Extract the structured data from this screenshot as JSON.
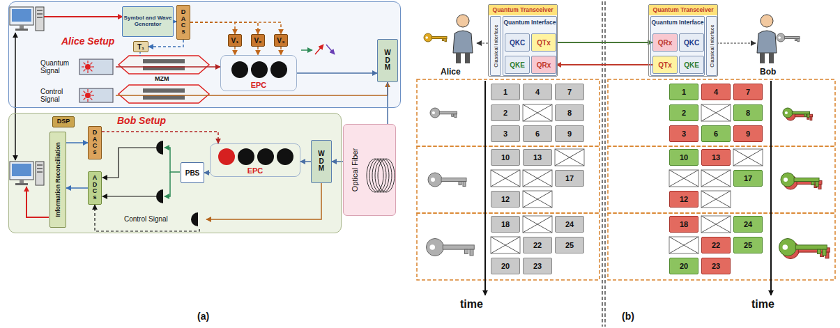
{
  "diagram": {
    "nodes": [
      {
        "text": [
          "Alice Setup"
        ]
      },
      {
        "text": [
          "Symbol and Wave Generator"
        ],
        "in": 0
      },
      {
        "text": [
          "DACs"
        ],
        "in": 0
      },
      {
        "text": [
          "T₁"
        ],
        "in": 0
      },
      {
        "text": [
          "V₁"
        ],
        "in": 0
      },
      {
        "text": [
          "V₂"
        ],
        "in": 0
      },
      {
        "text": [
          "V₃"
        ],
        "in": 0
      },
      {
        "text": [
          "EPC"
        ],
        "in": 0
      },
      {
        "text": [
          "Quantum Signal"
        ],
        "in": 0
      },
      {
        "text": [
          "Control Signal"
        ],
        "in": 0
      },
      {
        "text": [
          "WDM"
        ],
        "in": 0
      },
      {
        "text": [
          "Bob Setup"
        ]
      },
      {
        "text": [
          "DSP"
        ],
        "in": 11
      },
      {
        "text": [
          "Information Reconciliation"
        ],
        "in": 11
      },
      {
        "text": [
          "DACs"
        ],
        "in": 11
      },
      {
        "text": [
          "ADCs"
        ],
        "in": 11
      },
      {
        "text": [
          "PBS"
        ],
        "in": 11
      },
      {
        "text": [
          "EPC"
        ],
        "in": 11
      },
      {
        "text": [
          "WDM"
        ],
        "in": 11
      },
      {
        "text": [
          "Control Signal"
        ],
        "in": 11
      },
      {
        "text": [
          "Optical Fiber"
        ]
      },
      {
        "text": [
          "Quantum Transceiver"
        ]
      },
      {
        "text": [
          "Classical Interface"
        ],
        "in": 21
      },
      {
        "text": [
          "Quantum Interface"
        ],
        "in": 21
      },
      {
        "text": [
          "QKC"
        ],
        "in": 23
      },
      {
        "text": [
          "QTx"
        ],
        "in": 23
      },
      {
        "text": [
          "QKE"
        ],
        "in": 23
      },
      {
        "text": [
          "QRx"
        ],
        "in": 23
      },
      {
        "text": [
          "Quantum Transceiver"
        ]
      },
      {
        "text": [
          "Quantum Interface"
        ],
        "in": 28
      },
      {
        "text": [
          "QRx"
        ],
        "in": 29
      },
      {
        "text": [
          "QKC"
        ],
        "in": 29
      },
      {
        "text": [
          "QTx"
        ],
        "in": 29
      },
      {
        "text": [
          "QKE"
        ],
        "in": 29
      },
      {
        "text": [
          "Classical Interface"
        ],
        "in": 28
      },
      {
        "text": [
          "1"
        ]
      },
      {
        "text": [
          "4"
        ]
      },
      {
        "text": [
          "7"
        ]
      },
      {
        "text": [
          "2"
        ]
      },
      {
        "text": [
          "8"
        ]
      },
      {
        "text": [
          "3"
        ]
      },
      {
        "text": [
          "6"
        ]
      },
      {
        "text": [
          "9"
        ]
      },
      {
        "text": [
          "10"
        ]
      },
      {
        "text": [
          "13"
        ]
      },
      {
        "text": [
          "17"
        ]
      },
      {
        "text": [
          "12"
        ]
      },
      {
        "text": [
          "18"
        ]
      },
      {
        "text": [
          "24"
        ]
      },
      {
        "text": [
          "22"
        ]
      },
      {
        "text": [
          "25"
        ]
      },
      {
        "text": [
          "20"
        ]
      },
      {
        "text": [
          "23"
        ]
      },
      {
        "text": [
          "1"
        ]
      },
      {
        "text": [
          "4"
        ]
      },
      {
        "text": [
          "7"
        ]
      },
      {
        "text": [
          "2"
        ]
      },
      {
        "text": [
          "8"
        ]
      },
      {
        "text": [
          "3"
        ]
      },
      {
        "text": [
          "6"
        ]
      },
      {
        "text": [
          "9"
        ]
      },
      {
        "text": [
          "10"
        ]
      },
      {
        "text": [
          "13"
        ]
      },
      {
        "text": [
          "17"
        ]
      },
      {
        "text": [
          "12"
        ]
      },
      {
        "text": [
          "18"
        ]
      },
      {
        "text": [
          "24"
        ]
      },
      {
        "text": [
          "22"
        ]
      },
      {
        "text": [
          "25"
        ]
      },
      {
        "text": [
          "20"
        ]
      },
      {
        "text": [
          "23"
        ]
      }
    ],
    "edges": [
      {
        "from": 1,
        "to": 2,
        "arrow": "to"
      },
      {
        "from": 2,
        "to": 3,
        "arrow": "to"
      },
      {
        "from": 2,
        "to": 4,
        "arrow": "to"
      },
      {
        "from": 2,
        "to": 5,
        "arrow": "to"
      },
      {
        "from": 2,
        "to": 6,
        "arrow": "to"
      },
      {
        "from": 4,
        "to": 7,
        "arrow": "to"
      },
      {
        "from": 5,
        "to": 7,
        "arrow": "to"
      },
      {
        "from": 6,
        "to": 7,
        "arrow": "to"
      },
      {
        "from": 8,
        "to": 7,
        "arrow": "to"
      },
      {
        "from": 9,
        "to": 10,
        "arrow": "to"
      },
      {
        "from": 7,
        "to": 10,
        "arrow": "to"
      },
      {
        "from": 10,
        "to": 20,
        "arrow": "none"
      },
      {
        "from": 20,
        "to": 18,
        "arrow": "to"
      },
      {
        "from": 18,
        "to": 17,
        "arrow": "to"
      },
      {
        "from": 17,
        "to": 16,
        "arrow": "to"
      },
      {
        "from": 18,
        "to": 19,
        "arrow": "to"
      },
      {
        "from": 14,
        "to": 17,
        "arrow": "to"
      },
      {
        "from": 12,
        "to": 13,
        "arrow": "to"
      },
      {
        "from": 13,
        "to": 14,
        "arrow": "to"
      },
      {
        "from": 15,
        "to": 13,
        "arrow": "to"
      },
      {
        "from": 19,
        "to": 15,
        "arrow": "to"
      },
      {
        "from": 25,
        "to": 30,
        "arrow": "to"
      },
      {
        "from": 32,
        "to": 27,
        "arrow": "to"
      }
    ],
    "labels": [
      "MZM",
      "Alice",
      "Bob",
      "time",
      "time",
      "(a)",
      "(b)"
    ]
  }
}
